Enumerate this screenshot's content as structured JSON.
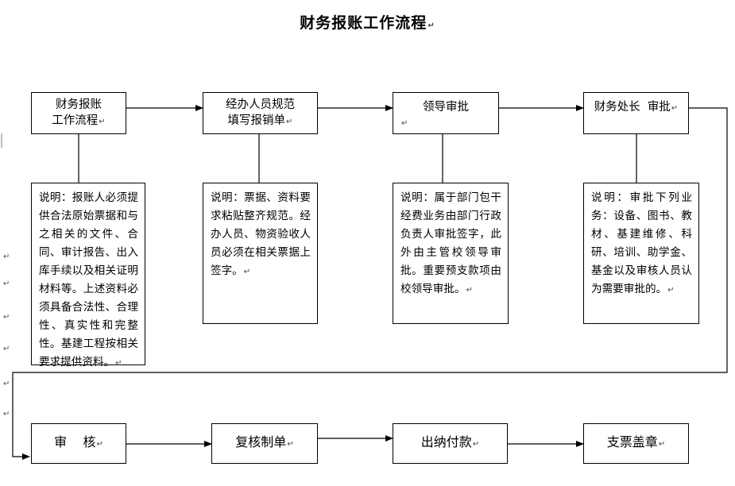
{
  "title": "财务报账工作流程",
  "paragraph_mark": "↵",
  "top_steps": [
    {
      "lines": [
        "财务报账",
        "工作流程"
      ]
    },
    {
      "lines": [
        "经办人员规范",
        "填写报销单"
      ]
    },
    {
      "lines": [
        "领导审批"
      ]
    },
    {
      "lines": [
        "财务处长  审批"
      ]
    }
  ],
  "notes": [
    "说明：报账人必须提供合法原始票据和与之相关的文件、合同、审计报告、出入库手续以及相关证明材料等。上述资料必须具备合法性、合理性、真实性和完整性。基建工程按相关要求提供资料。",
    "说明：票据、资料要求粘贴整齐规范。经办人员、物资验收人员必须在相关票据上签字。",
    "说明：属于部门包干经费业务由部门行政负责人审批签字，此外由主管校领导审批。重要预支款项由校领导审批。",
    "说明：审批下列业务：设备、图书、教材、基建维修、科研、培训、助学金、基金以及审核人员认为需要审批的。"
  ],
  "bottom_steps": [
    {
      "label": "审    核"
    },
    {
      "label": "复核制单"
    },
    {
      "label": "出纳付款"
    },
    {
      "label": "支票盖章"
    }
  ]
}
